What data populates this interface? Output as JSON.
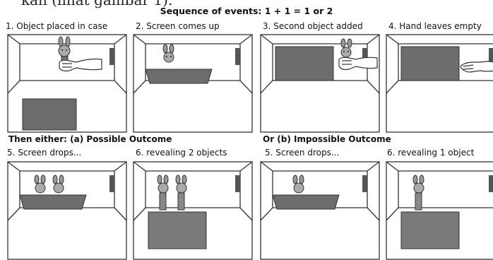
{
  "top_text": "kan (lihat gambar 1).",
  "title": "Sequence of events: 1 + 1 = 1 or 2",
  "steps": [
    "1. Object placed in case",
    "2. Screen comes up",
    "3. Second object added",
    "4. Hand leaves empty",
    "5. Screen drops...",
    "6. revealing 2 objects",
    "5. Screen drops...",
    "6. revealing 1 object"
  ],
  "outcome_a": "Then either: (a) Possible Outcome",
  "outcome_b": "Or  (b) Impossible Outcome",
  "colors": {
    "screen_fill": "#6d6d6d",
    "screen_low_fill": "#7a7a7a",
    "line": "#333333",
    "door": "#555555"
  }
}
